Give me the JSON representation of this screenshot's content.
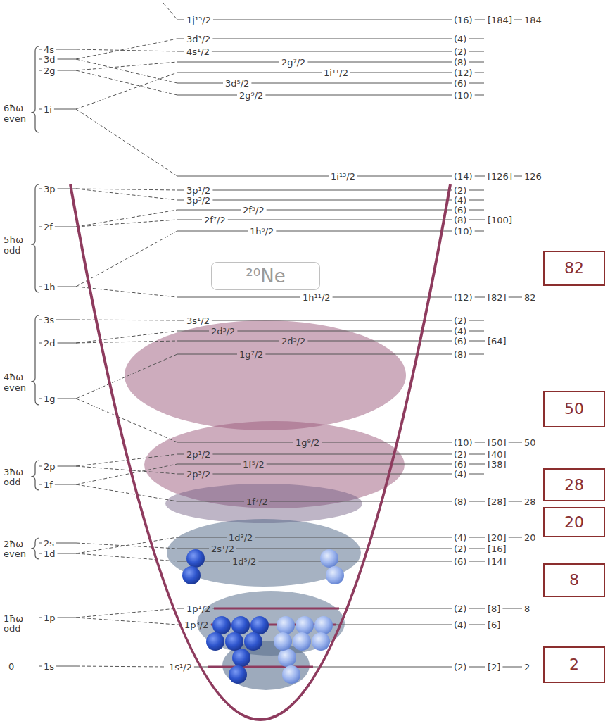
{
  "diagram": {
    "nodes": [
      {
        "text": [
          "82"
        ]
      },
      {
        "text": [
          "²⁰Ne"
        ]
      },
      {
        "text": [
          "50"
        ]
      },
      {
        "text": [
          "28"
        ]
      },
      {
        "text": [
          "20"
        ]
      },
      {
        "text": [
          "8"
        ]
      },
      {
        "text": [
          "2"
        ]
      }
    ],
    "labels": [
      "6ħω",
      "even",
      "5ħω",
      "odd",
      "4ħω",
      "even",
      "3ħω",
      "odd",
      "2ħω",
      "even",
      "1ħω",
      "odd",
      "0",
      "4s",
      "3d",
      "2g",
      "1i",
      "3p",
      "2f",
      "1h",
      "3s",
      "2d",
      "1g",
      "2p",
      "1f",
      "2s",
      "1d",
      "1p",
      "1s",
      "1j¹⁵/2",
      "(16)",
      "[184]",
      "184",
      "3d³/2",
      "(4)",
      "4s¹/2",
      "(2)",
      "2g⁷/2",
      "(8)",
      "1i¹¹/2",
      "(12)",
      "3d⁵/2",
      "(6)",
      "2g⁹/2",
      "(10)",
      "1i¹³/2",
      "(14)",
      "[126]",
      "126",
      "3p¹/2",
      "(2)",
      "3p³/2",
      "(4)",
      "2f⁵/2",
      "(6)",
      "2f⁷/2",
      "(8)",
      "[100]",
      "1h⁹/2",
      "(10)",
      "1h¹¹/2",
      "(12)",
      "[82]",
      "82",
      "3s¹/2",
      "(2)",
      "2d³/2",
      "(4)",
      "2d⁵/2",
      "(6)",
      "[64]",
      "1g⁷/2",
      "(8)",
      "1g⁹/2",
      "(10)",
      "[50]",
      "50",
      "2p¹/2",
      "(2)",
      "[40]",
      "1f⁵/2",
      "(6)",
      "[38]",
      "2p³/2",
      "(4)",
      "1f⁷/2",
      "(8)",
      "[28]",
      "28",
      "1d³/2",
      "(4)",
      "[20]",
      "20",
      "2s¹/2",
      "(2)",
      "[16]",
      "1d⁵/2",
      "(6)",
      "[14]",
      "1p¹/2",
      "(2)",
      "[8]",
      "8",
      "1p³/2",
      "(4)",
      "[6]",
      "1s¹/2",
      "(2)",
      "[2]",
      "2"
    ]
  }
}
